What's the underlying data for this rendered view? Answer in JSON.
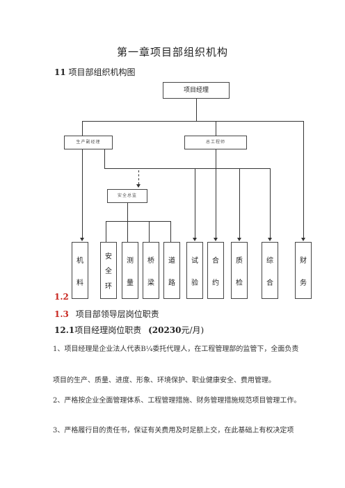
{
  "doc_title": "第一章项目部组织机构",
  "section_11": {
    "number": "11",
    "text": "项目部组织机构图"
  },
  "org": {
    "top": "项目经理",
    "left_deputy": "生产副经理",
    "right_deputy": "总工程师",
    "mid": "安全总监",
    "departments": [
      [
        "机",
        "料"
      ],
      [
        "安",
        "全",
        "环"
      ],
      [
        "测",
        "量"
      ],
      [
        "桥",
        "梁"
      ],
      [
        "道",
        "路"
      ],
      [
        "试",
        "验"
      ],
      [
        "合",
        "约"
      ],
      [
        "质",
        "检"
      ],
      [
        "综",
        "合"
      ],
      [
        "财",
        "务"
      ]
    ]
  },
  "heading_12": "1.2",
  "heading_13": {
    "number": "1.3",
    "text": "项目部领导层岗位职责"
  },
  "section_121": {
    "number": "12.1",
    "text": "项目经理岗位职责",
    "salary_amount": "(20230",
    "salary_unit": "元/月)"
  },
  "paragraphs": [
    "1、项目经理是企业法人代表B¼委托代理人，在工程管理部的监管下，全面负责",
    "项目的生产、质量、进度、形象、环境保护、职业健康安全、费用管理。",
    "2、严格按企业全面管理体系、工程管理措施、财务管理措施规范项目管理工作。",
    "3、严格履行目的责任书，保证有关费用及时足额上交，在此基础上有权决定项"
  ]
}
